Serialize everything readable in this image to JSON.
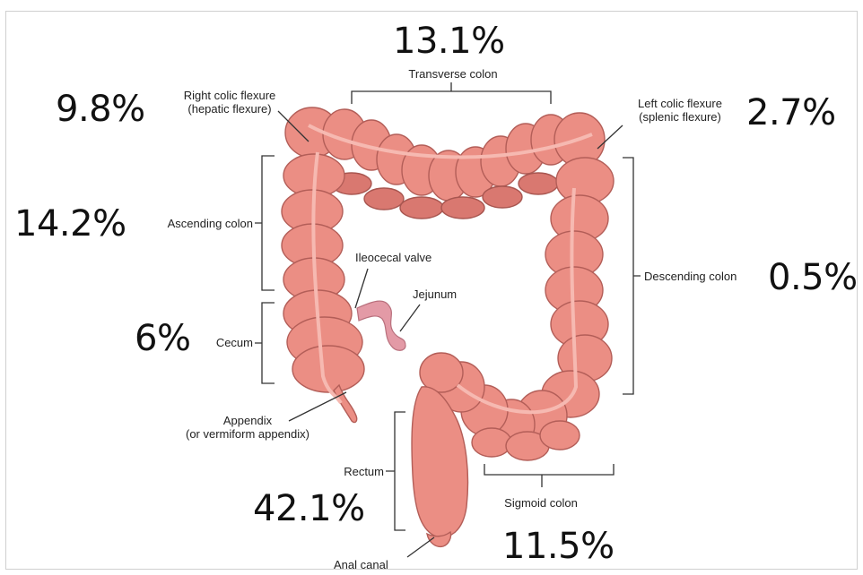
{
  "labels": {
    "transverse_colon": "Transverse colon",
    "right_colic_flexure": "Right colic flexure",
    "right_colic_flexure_alt": "(hepatic flexure)",
    "left_colic_flexure": "Left colic flexure",
    "left_colic_flexure_alt": "(splenic flexure)",
    "ascending_colon": "Ascending colon",
    "ileocecal_valve": "Ileocecal valve",
    "jejunum": "Jejunum",
    "descending_colon": "Descending colon",
    "cecum": "Cecum",
    "appendix": "Appendix",
    "appendix_alt": "(or vermiform appendix)",
    "rectum": "Rectum",
    "sigmoid_colon": "Sigmoid colon",
    "anal_canal": "Anal canal"
  },
  "percentages": {
    "transverse_colon": "13.1%",
    "right_colic_flexure": "9.8%",
    "left_colic_flexure": "2.7%",
    "ascending_colon": "14.2%",
    "descending_colon": "0.5%",
    "cecum": "6%",
    "rectum": "42.1%",
    "sigmoid_colon": "11.5%"
  },
  "colors": {
    "tissue": "#eb8e84",
    "tissue_outline": "#b35e58",
    "small_intestine": "#e39aa6"
  }
}
